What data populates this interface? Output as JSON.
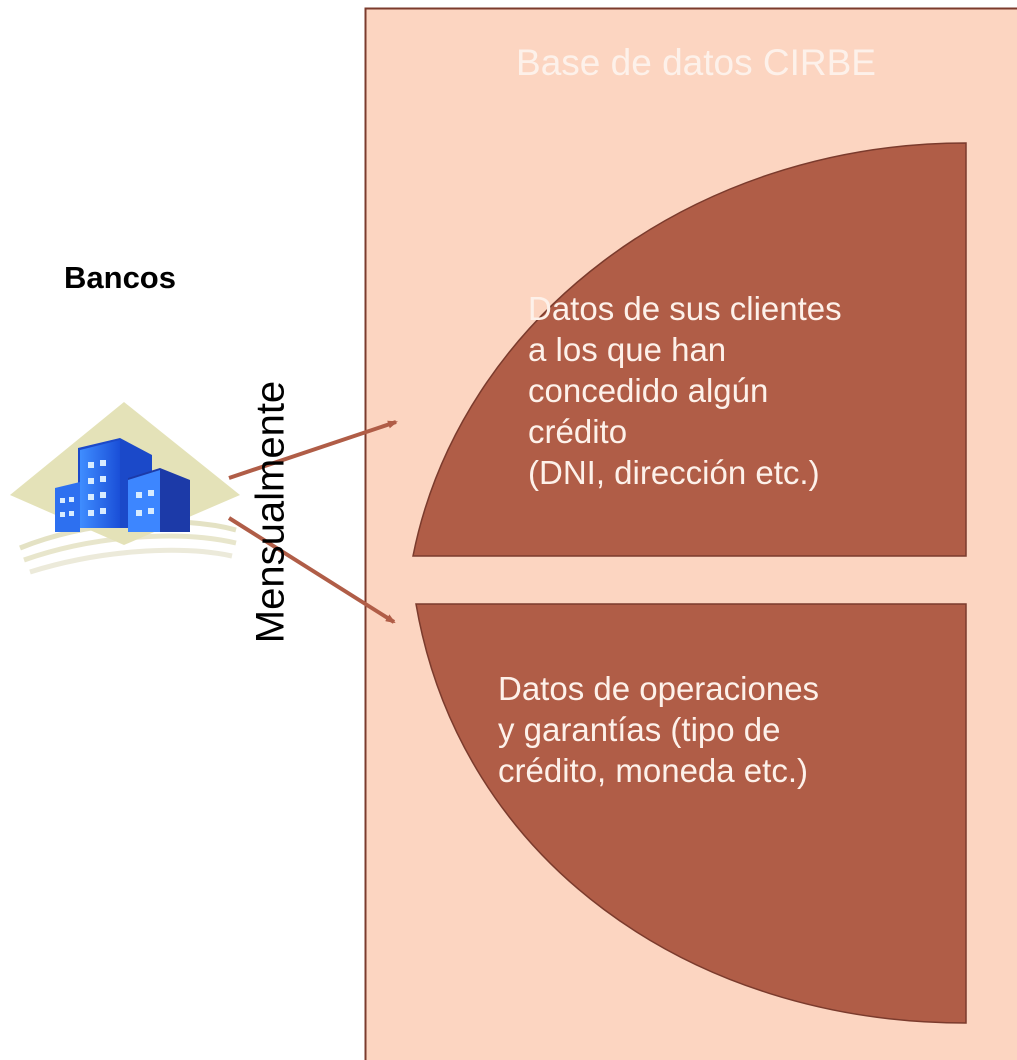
{
  "diagram": {
    "database": {
      "title": "Base de datos CIRBE"
    },
    "source": {
      "label": "Bancos",
      "icon": "bank-buildings-icon"
    },
    "frequency_label": "Mensualmente",
    "blocks": [
      {
        "text": "Datos de sus clientes\na los que han\nconcedido algún\ncrédito\n(DNI, dirección etc.)"
      },
      {
        "text": "Datos de operaciones\ny garantías (tipo de\ncrédito, moneda etc.)"
      }
    ],
    "colors": {
      "database_fill": "#fcd5c1",
      "database_border": "#7b3b2d",
      "block_fill": "#b05d47",
      "block_text": "#fdf1ea",
      "arrow": "#b05d47"
    }
  }
}
